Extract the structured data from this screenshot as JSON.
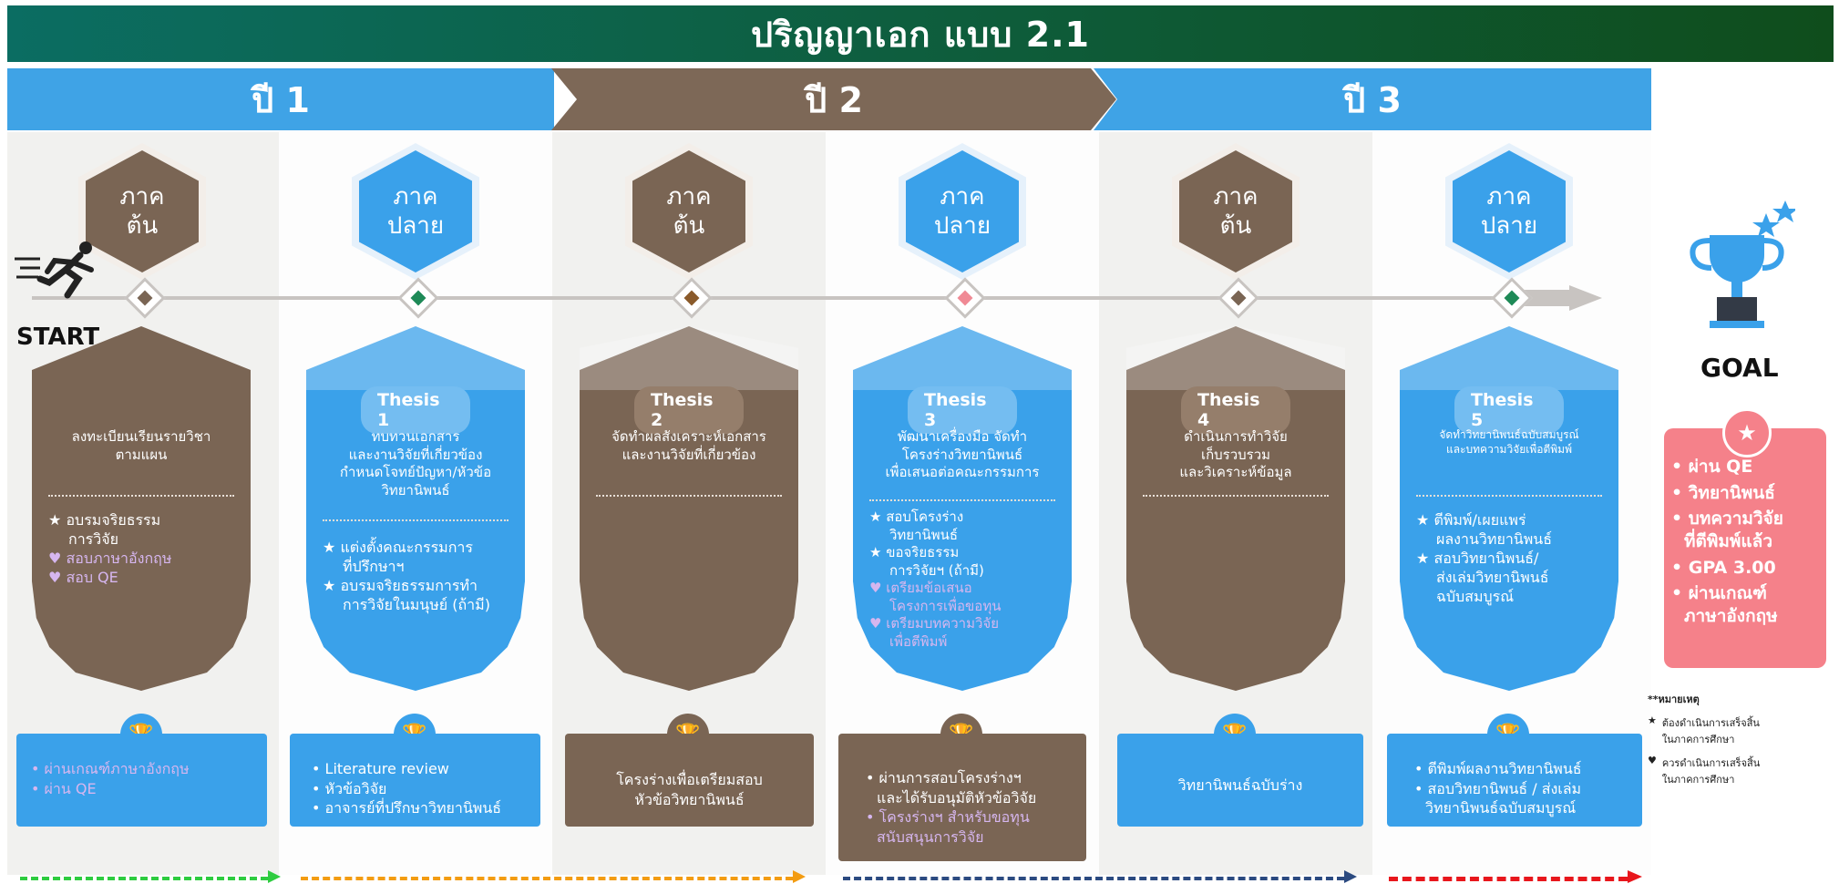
{
  "title": "ปริญญาเอก  แบบ 2.1",
  "years": [
    "ปี 1",
    "ปี 2",
    "ปี 3"
  ],
  "start_label": "START",
  "goal_label": "GOAL",
  "semesters": [
    {
      "line1": "ภาค",
      "line2": "ต้น"
    },
    {
      "line1": "ภาค",
      "line2": "ปลาย"
    },
    {
      "line1": "ภาค",
      "line2": "ต้น"
    },
    {
      "line1": "ภาค",
      "line2": "ปลาย"
    },
    {
      "line1": "ภาค",
      "line2": "ต้น"
    },
    {
      "line1": "ภาค",
      "line2": "ปลาย"
    }
  ],
  "shields": [
    {
      "pill": "",
      "text": "ลงทะเบียนเรียนรายวิชา\nตามแผน",
      "star": [
        "อบรมจริยธรรม",
        "การวิจัย"
      ],
      "heart": [
        "สอบภาษาอังกฤษ",
        "สอบ QE"
      ]
    },
    {
      "pill": "Thesis 1",
      "text": "ทบทวนเอกสาร\nและงานวิจัยที่เกี่ยวข้อง\nกำหนดโจทย์ปัญหา/หัวข้อ\nวิทยานิพนธ์",
      "star1": [
        "แต่งตั้งคณะกรรมการ",
        "ที่ปรึกษาฯ"
      ],
      "star2": [
        "อบรมจริยธรรมการทำ",
        "การวิจัยในมนุษย์ (ถ้ามี)"
      ]
    },
    {
      "pill": "Thesis 2",
      "text": "จัดทำผลสังเคราะห์เอกสาร\nและงานวิจัยที่เกี่ยวข้อง"
    },
    {
      "pill": "Thesis 3",
      "text": "พัฒนาเครื่องมือ จัดทำ\nโครงร่างวิทยานิพนธ์\nเพื่อเสนอต่อคณะกรรมการ",
      "star1": [
        "สอบโครงร่าง",
        "วิทยานิพนธ์"
      ],
      "star2": [
        "ขอจริยธรรม",
        "การวิจัยฯ (ถ้ามี)"
      ],
      "heart1": [
        "เตรียมข้อเสนอ",
        "โครงการเพื่อขอทุน"
      ],
      "heart2": [
        "เตรียมบทความวิจัย",
        "เพื่อตีพิมพ์"
      ]
    },
    {
      "pill": "Thesis 4",
      "text": "ดำเนินการทำวิจัย\nเก็บรวบรวม\nและวิเคราะห์ข้อมูล"
    },
    {
      "pill": "Thesis 5",
      "text": "จัดทำวิทยานิพนธ์ฉบับสมบูรณ์\nและบทความวิจัยเพื่อตีพิมพ์",
      "star1": [
        "ตีพิมพ์/เผยแพร่",
        "ผลงานวิทยานิพนธ์"
      ],
      "star2": [
        "สอบวิทยานิพนธ์/",
        "ส่งเล่มวิทยานิพนธ์",
        "ฉบับสมบูรณ์"
      ]
    }
  ],
  "outcomes": [
    [
      "ผ่านเกณฑ์ภาษาอังกฤษ",
      "ผ่าน QE"
    ],
    [
      "Literature review",
      "หัวข้อวิจัย",
      "อาจารย์ที่ปรึกษาวิทยานิพนธ์"
    ],
    [
      "โครงร่างเพื่อเตรียมสอบ",
      "หัวข้อวิทยานิพนธ์"
    ],
    [
      "ผ่านการสอบโครงร่างฯ",
      "และได้รับอนุมัติหัวข้อวิจัย",
      "โครงร่างฯ สำหรับขอทุน",
      "สนับสนุนการวิจัย"
    ],
    [
      "วิทยานิพนธ์ฉบับร่าง"
    ],
    [
      "ตีพิมพ์ผลงานวิทยานิพนธ์",
      "สอบวิทยานิพนธ์ / ส่งเล่ม",
      "วิทยานิพนธ์ฉบับสมบูรณ์"
    ]
  ],
  "goal_items": [
    "ผ่าน QE",
    "วิทยานิพนธ์",
    "บทความวิจัย",
    "ที่ตีพิมพ์แล้ว",
    "GPA 3.00",
    "ผ่านเกณฑ์",
    "ภาษาอังกฤษ"
  ],
  "notes": {
    "title": "**หมายเหตุ",
    "star_note": [
      "ต้องดำเนินการเสร็จสิ้น",
      "ในภาคการศึกษา"
    ],
    "heart_note": [
      "ควรดำเนินการเสร็จสิ้น",
      "ในภาคการศึกษา"
    ]
  },
  "colors": {
    "brown": "#7a6554",
    "blue": "#3aa1ea",
    "goal_pink": "#f5818a",
    "header_green": "#0e5c3a",
    "dash_green": "#2ecc40",
    "dash_orange": "#f39c12",
    "dash_navy": "#2b4a80",
    "dash_red": "#e8161c"
  }
}
